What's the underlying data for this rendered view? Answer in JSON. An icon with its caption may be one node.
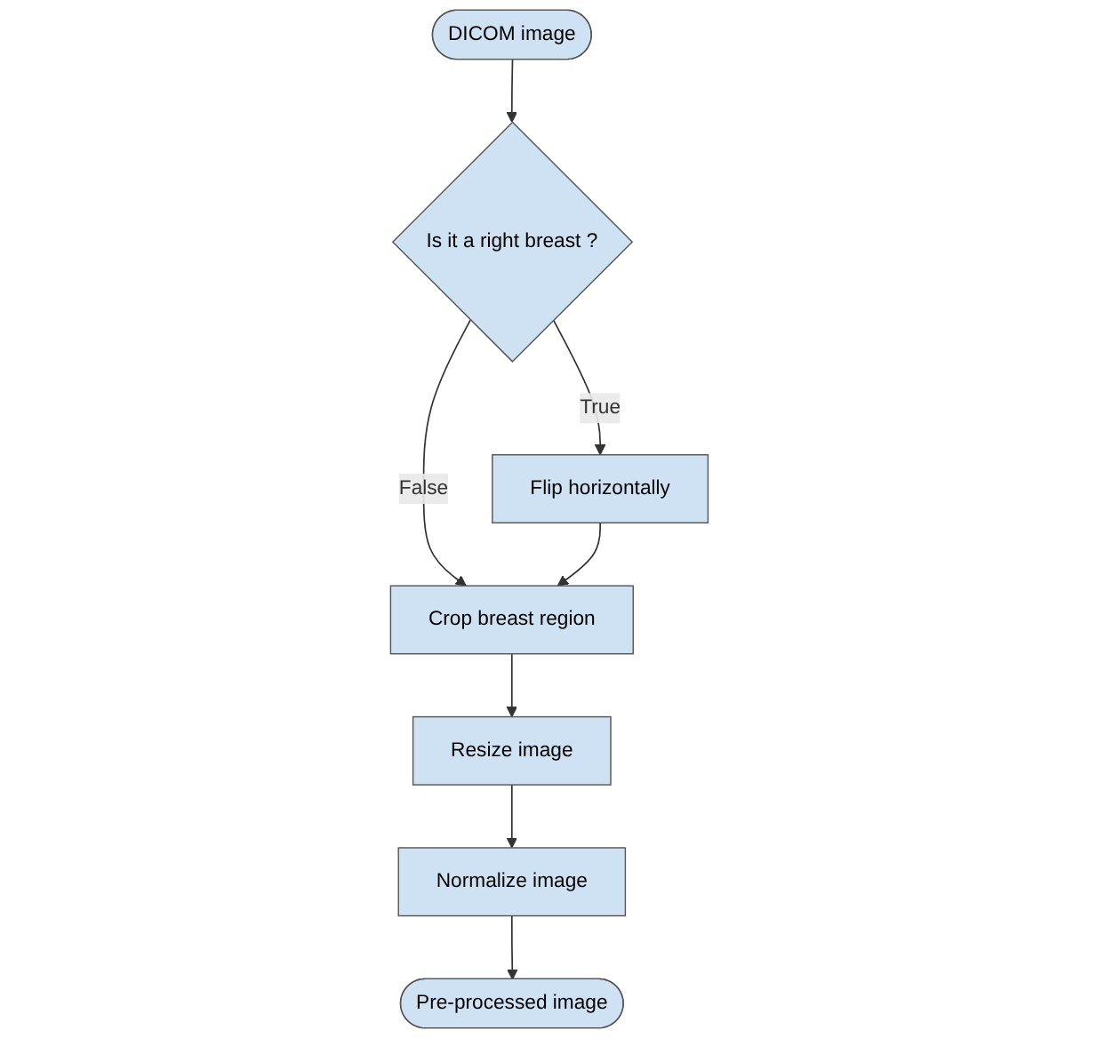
{
  "diagram": {
    "nodes": [
      {
        "text": [
          "DICOM image"
        ]
      },
      {
        "text": [
          "Is it a right breast ?"
        ]
      },
      {
        "text": [
          "Flip horizontally"
        ]
      },
      {
        "text": [
          "Crop breast region"
        ]
      },
      {
        "text": [
          "Resize image"
        ]
      },
      {
        "text": [
          "Normalize image"
        ]
      },
      {
        "text": [
          "Pre-processed image"
        ]
      }
    ],
    "edges": [
      {
        "from": 0,
        "to": 1,
        "arrow": "to"
      },
      {
        "from": 1,
        "to": 2,
        "arrow": "to",
        "label": "True"
      },
      {
        "from": 1,
        "to": 3,
        "arrow": "to",
        "label": "False"
      },
      {
        "from": 2,
        "to": 3,
        "arrow": "to"
      },
      {
        "from": 3,
        "to": 4,
        "arrow": "to"
      },
      {
        "from": 4,
        "to": 5,
        "arrow": "to"
      },
      {
        "from": 5,
        "to": 6,
        "arrow": "to"
      }
    ]
  }
}
